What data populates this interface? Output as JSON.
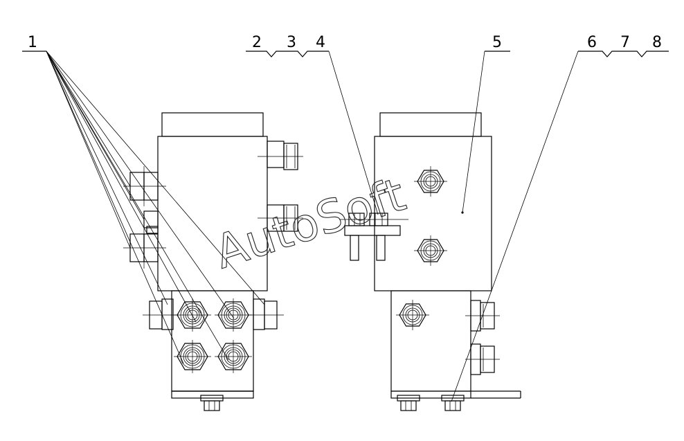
{
  "callouts": [
    {
      "label": "1"
    },
    {
      "label": "2"
    },
    {
      "label": "3"
    },
    {
      "label": "4"
    },
    {
      "label": "5"
    },
    {
      "label": "6"
    },
    {
      "label": "7"
    },
    {
      "label": "8"
    }
  ],
  "watermark": {
    "text": "AutoSoft"
  }
}
